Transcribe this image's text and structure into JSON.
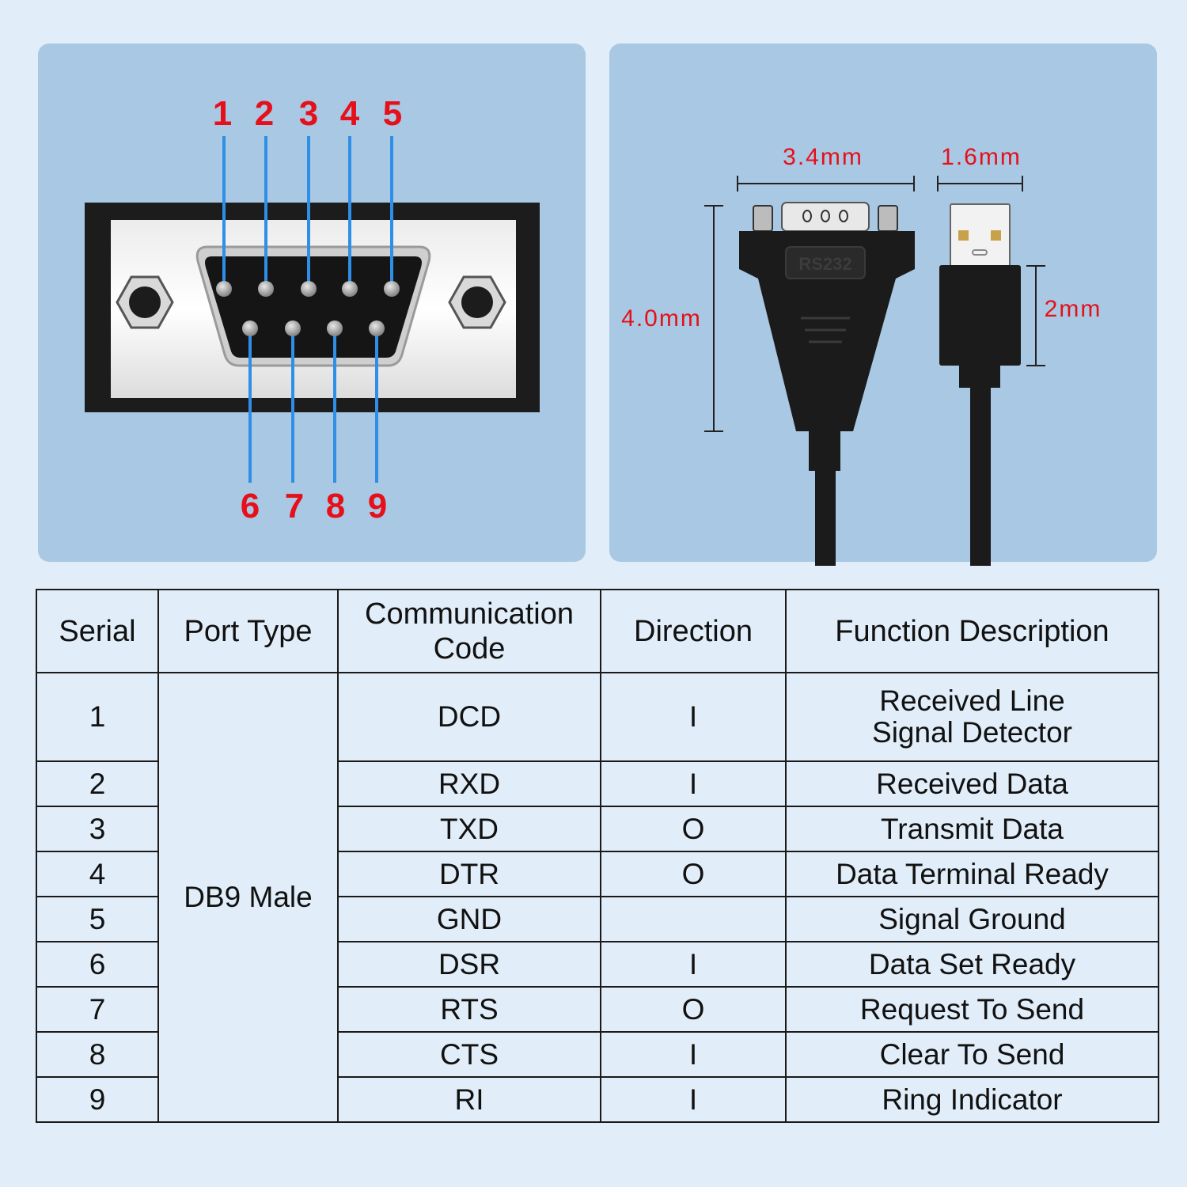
{
  "pin_diagram": {
    "top_pins": [
      "1",
      "2",
      "3",
      "4",
      "5"
    ],
    "bottom_pins": [
      "6",
      "7",
      "8",
      "9"
    ],
    "label_color": "#e5101a",
    "leader_color": "#2f8fe6"
  },
  "dimensions": {
    "connector_width": "3.4mm",
    "usb_width": "1.6mm",
    "connector_height": "4.0mm",
    "usb_height": "2mm",
    "connector_stamp": "RS232",
    "dimension_color": "#e5101a"
  },
  "table": {
    "headers": {
      "serial": "Serial",
      "port_type": "Port Type",
      "code_line1": "Communication",
      "code_line2": "Code",
      "direction": "Direction",
      "function": "Function Description"
    },
    "port_type": "DB9 Male",
    "rows": [
      {
        "serial": "1",
        "code": "DCD",
        "direction": "I",
        "function_line1": "Received Line",
        "function_line2": "Signal Detector"
      },
      {
        "serial": "2",
        "code": "RXD",
        "direction": "I",
        "function": "Received Data"
      },
      {
        "serial": "3",
        "code": "TXD",
        "direction": "O",
        "function": "Transmit Data"
      },
      {
        "serial": "4",
        "code": "DTR",
        "direction": "O",
        "function": "Data Terminal Ready"
      },
      {
        "serial": "5",
        "code": "GND",
        "direction": "",
        "function": "Signal Ground"
      },
      {
        "serial": "6",
        "code": "DSR",
        "direction": "I",
        "function": "Data Set Ready"
      },
      {
        "serial": "7",
        "code": "RTS",
        "direction": "O",
        "function": "Request To Send"
      },
      {
        "serial": "8",
        "code": "CTS",
        "direction": "I",
        "function": "Clear To Send"
      },
      {
        "serial": "9",
        "code": "RI",
        "direction": "I",
        "function": "Ring Indicator"
      }
    ]
  }
}
